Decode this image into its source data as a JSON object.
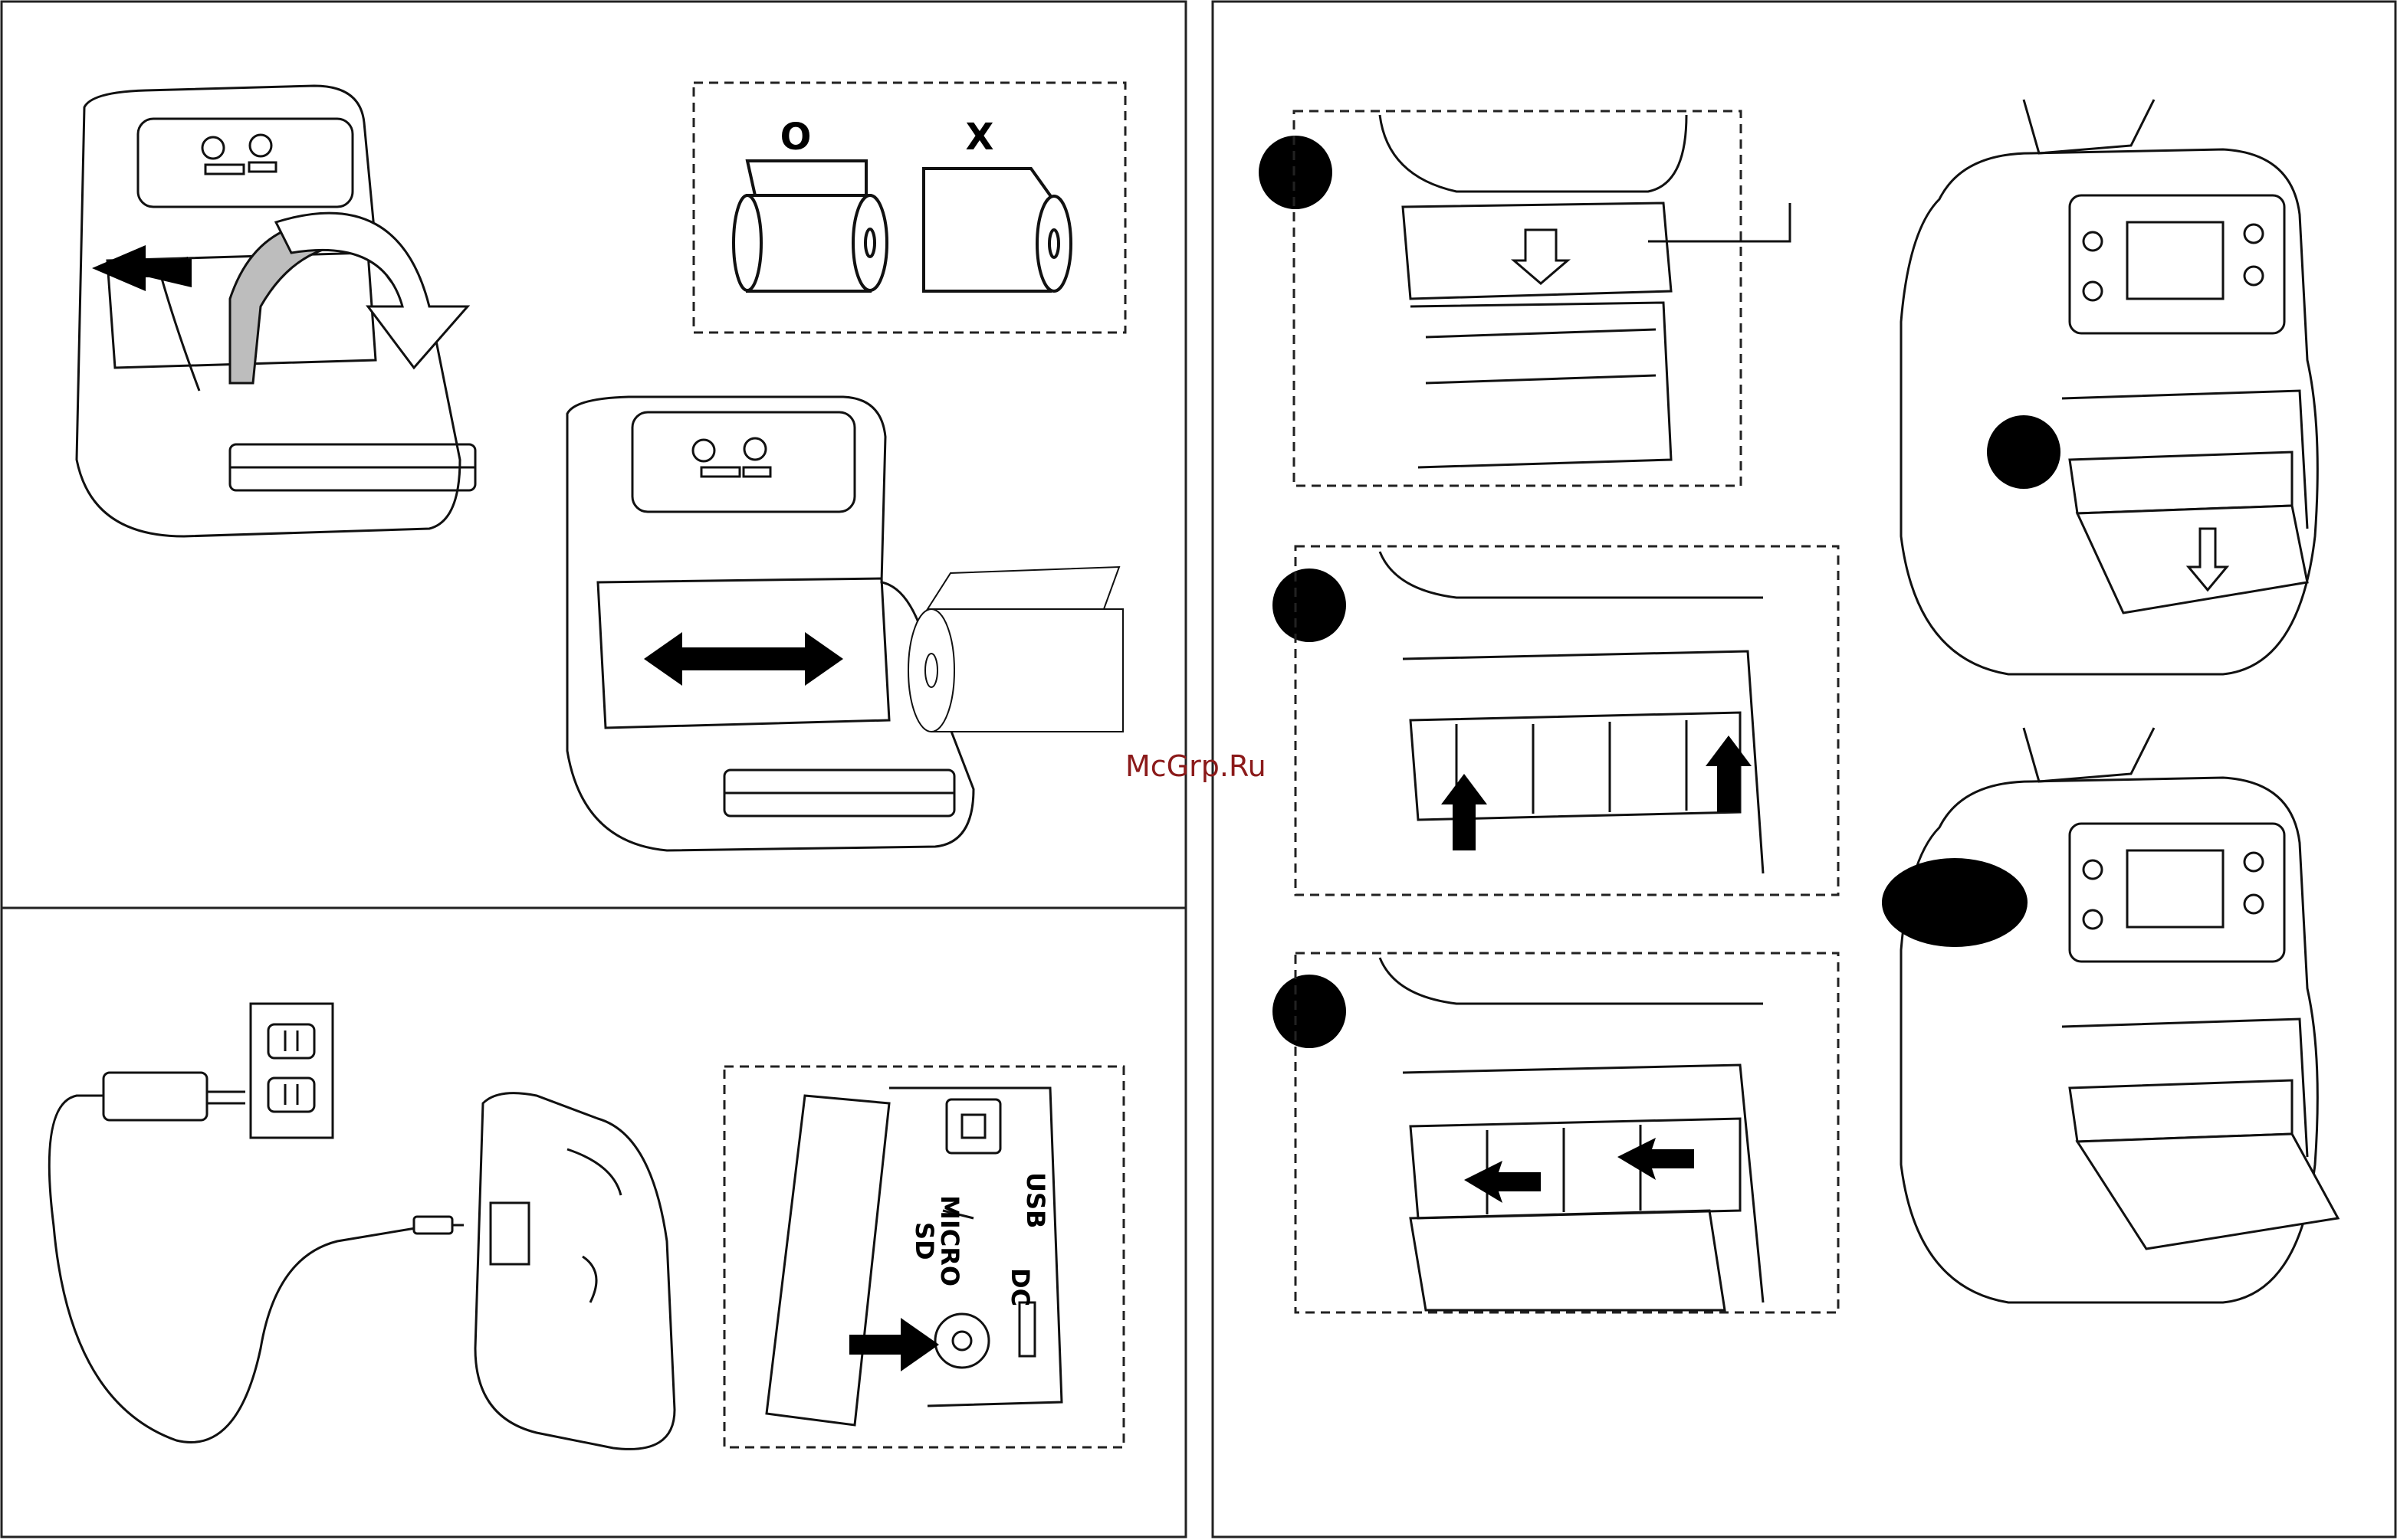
{
  "roll_orientation": {
    "correct_mark": "O",
    "wrong_mark": "X"
  },
  "port_labels": {
    "usb": "USB",
    "micro_sd_line1": "MICRO",
    "micro_sd_line2": "SD",
    "dc": "DC"
  },
  "watermark": "McGrp.Ru",
  "colors": {
    "line": "#111111",
    "fill_gray": "#bdbdbd",
    "step_badge": "#000000",
    "watermark": "#8b1a1a"
  }
}
